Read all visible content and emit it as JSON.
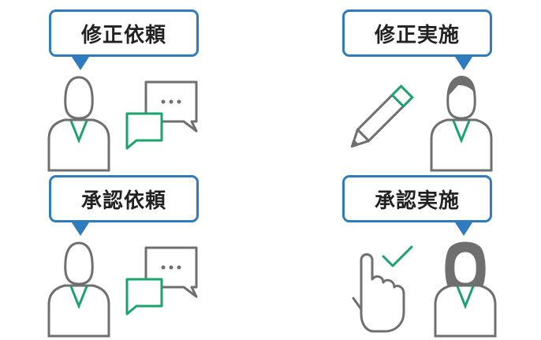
{
  "colors": {
    "callout_border": "#2f7bbf",
    "line_gray": "#6f6f6f",
    "accent_green": "#1aa36a",
    "text": "#222222"
  },
  "panels": [
    {
      "label": "修正依頼",
      "role": "requester",
      "icon": "chat-bubbles-icon"
    },
    {
      "label": "修正実施",
      "role": "worker",
      "icon": "pencil-icon"
    },
    {
      "label": "承認依頼",
      "role": "requester",
      "icon": "chat-bubbles-icon"
    },
    {
      "label": "承認実施",
      "role": "approver",
      "icon": "tap-check-icon"
    }
  ]
}
